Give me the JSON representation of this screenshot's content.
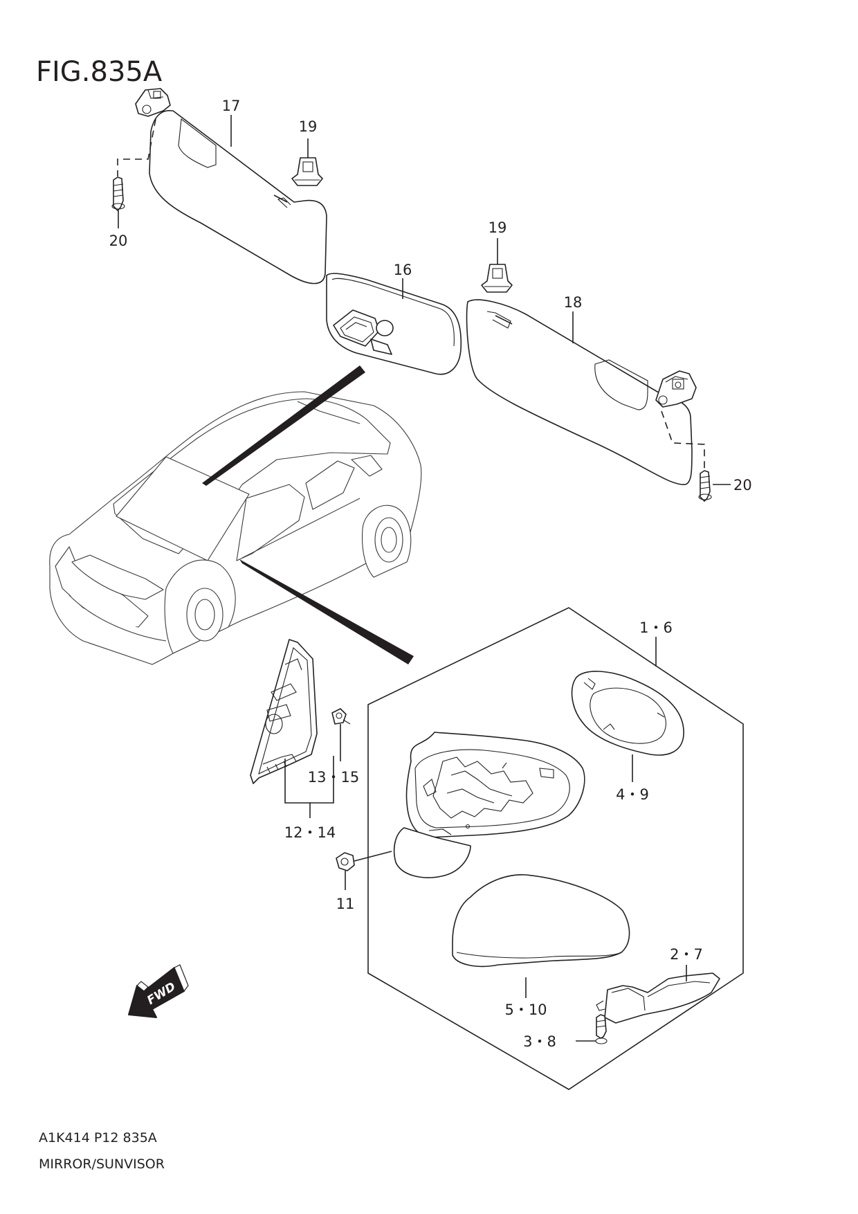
{
  "figure": {
    "title": "FIG.835A"
  },
  "footer": {
    "code": "A1K414 P12 835A",
    "caption": "MIRROR/SUNVISOR"
  },
  "callouts": {
    "c17": "17",
    "c19a": "19",
    "c20a": "20",
    "c16": "16",
    "c19b": "19",
    "c18": "18",
    "c20b": "20",
    "c1_6": "1・6",
    "c4_9": "4・9",
    "c13_15": "13・15",
    "c12_14": "12・14",
    "c11": "11",
    "c2_7": "2・7",
    "c5_10": "5・10",
    "c3_8": "3・8"
  },
  "fwd": {
    "label": "FWD"
  },
  "colors": {
    "ink": "#231f20",
    "background": "#ffffff"
  },
  "icons": {
    "direction": "fwd-arrow-icon"
  }
}
